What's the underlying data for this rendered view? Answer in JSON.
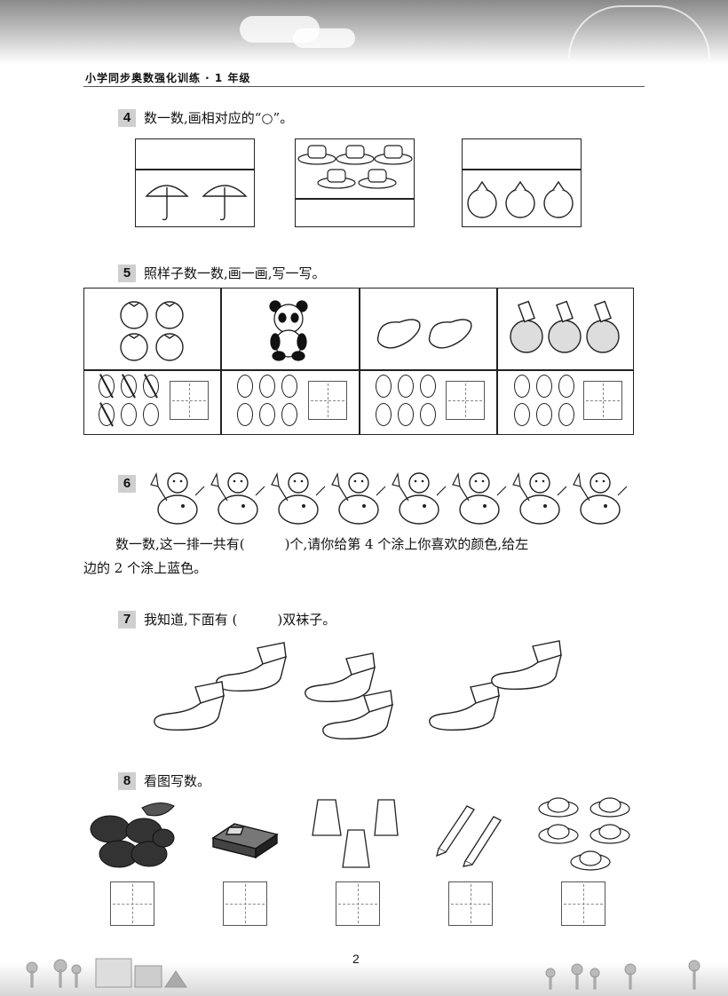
{
  "header": {
    "series_title": "小学同步奥数强化训练 · 1 年级"
  },
  "q4": {
    "num": "4",
    "text": "数一数,画相对应的“○”。",
    "items": [
      {
        "icon": "umbrella-icon",
        "count": 2
      },
      {
        "icon": "hat-icon",
        "count": 5
      },
      {
        "icon": "pomegranate-icon",
        "count": 3
      }
    ]
  },
  "q5": {
    "num": "5",
    "text": "照样子数一数,画一画,写一写。",
    "columns": [
      {
        "icon": "tomato-icon",
        "count": 4,
        "crossed_ovals": 4
      },
      {
        "icon": "panda-icon",
        "count": 1,
        "crossed_ovals": 0
      },
      {
        "icon": "potato-icon",
        "count": 2,
        "crossed_ovals": 0
      },
      {
        "icon": "ping-pong-paddle-icon",
        "count": 3,
        "crossed_ovals": 0
      }
    ]
  },
  "q6": {
    "num": "6",
    "icon": "snowman-icon",
    "count": 8,
    "line1": "数一数,这一排一共有(　　　)个,请你给第 4 个涂上你喜欢的颜色,给左",
    "line2": "边的 2 个涂上蓝色。"
  },
  "q7": {
    "num": "7",
    "text": "我知道,下面有 (　　　)双袜子。",
    "icon": "sock-icon"
  },
  "q8": {
    "num": "8",
    "text": "看图写数。",
    "items": [
      {
        "icon": "grapes-icon",
        "count": 5
      },
      {
        "icon": "book-icon",
        "count": 1
      },
      {
        "icon": "skirt-icon",
        "count": 3
      },
      {
        "icon": "pencil-icon",
        "count": 2
      },
      {
        "icon": "hat-icon",
        "count": 5
      }
    ]
  },
  "footer": {
    "page_number": "2"
  }
}
